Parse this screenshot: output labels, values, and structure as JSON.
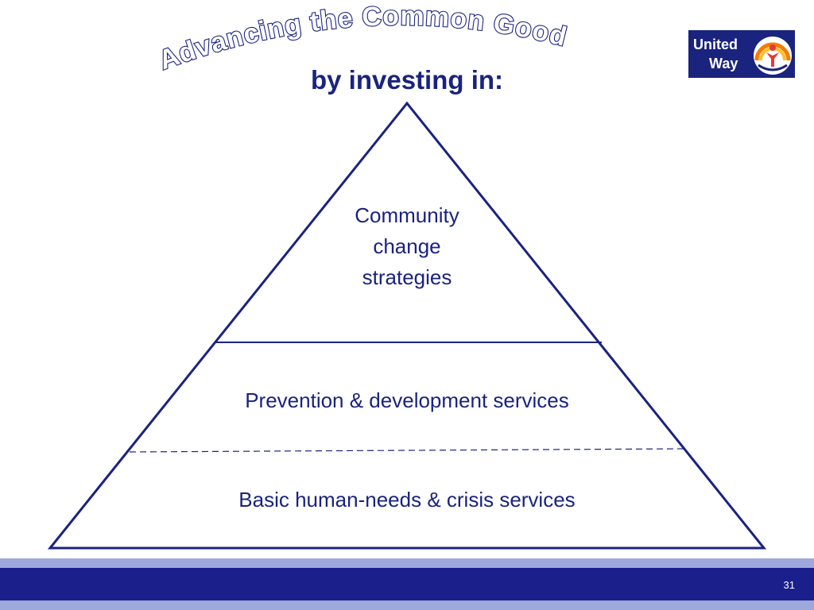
{
  "slide": {
    "title": "Advancing the Common Good",
    "subtitle": "by investing in:",
    "page_number": "31"
  },
  "logo": {
    "line1": "United",
    "line2": "Way",
    "colors": {
      "primary": "#1a237e",
      "orange": "#f57c00",
      "red": "#e53935",
      "yellow": "#fbc02d"
    }
  },
  "pyramid": {
    "tiers": [
      {
        "label_lines": [
          "Community",
          "change",
          "strategies"
        ]
      },
      {
        "label": "Prevention & development services"
      },
      {
        "label": "Basic human-needs & crisis services"
      }
    ]
  },
  "colors": {
    "text": "#1a237e",
    "footer_dark": "#1a1f8c",
    "footer_light": "#9fa8da"
  }
}
